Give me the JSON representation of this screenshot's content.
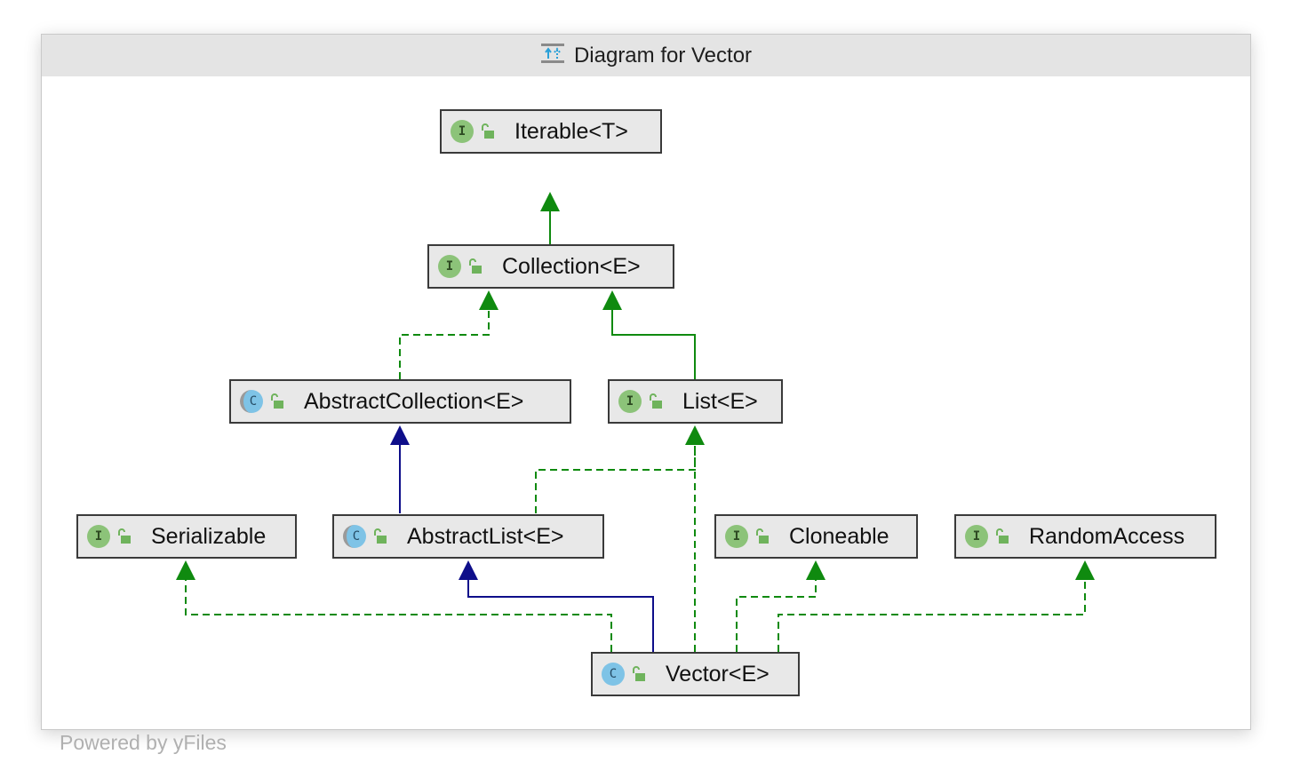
{
  "window": {
    "title": "Diagram for Vector"
  },
  "nodes": {
    "iterable": {
      "name": "Iterable<T>",
      "kind": "I"
    },
    "collection": {
      "name": "Collection<E>",
      "kind": "I"
    },
    "abstract_collection": {
      "name": "AbstractCollection<E>",
      "kind": "C"
    },
    "list": {
      "name": "List<E>",
      "kind": "I"
    },
    "serializable": {
      "name": "Serializable",
      "kind": "I"
    },
    "abstract_list": {
      "name": "AbstractList<E>",
      "kind": "C"
    },
    "cloneable": {
      "name": "Cloneable",
      "kind": "I"
    },
    "random_access": {
      "name": "RandomAccess",
      "kind": "I"
    },
    "vector": {
      "name": "Vector<E>",
      "kind": "C"
    }
  },
  "edges": [
    {
      "from": "collection",
      "to": "iterable",
      "style": "extends-interface"
    },
    {
      "from": "abstract_collection",
      "to": "collection",
      "style": "implements"
    },
    {
      "from": "list",
      "to": "collection",
      "style": "extends-interface"
    },
    {
      "from": "abstract_list",
      "to": "abstract_collection",
      "style": "extends-class"
    },
    {
      "from": "abstract_list",
      "to": "list",
      "style": "implements"
    },
    {
      "from": "vector",
      "to": "list",
      "style": "implements"
    },
    {
      "from": "vector",
      "to": "abstract_list",
      "style": "extends-class"
    },
    {
      "from": "vector",
      "to": "serializable",
      "style": "implements"
    },
    {
      "from": "vector",
      "to": "cloneable",
      "style": "implements"
    },
    {
      "from": "vector",
      "to": "random_access",
      "style": "implements"
    }
  ],
  "colors": {
    "implements": "#0f8a0f",
    "extends_interface": "#0f8a0f",
    "extends_class": "#0e0e8a",
    "interface_badge": "#8cc379",
    "class_badge": "#7ec3e6",
    "node_fill": "#e8e8e8"
  },
  "footer": {
    "powered": "Powered by yFiles"
  }
}
